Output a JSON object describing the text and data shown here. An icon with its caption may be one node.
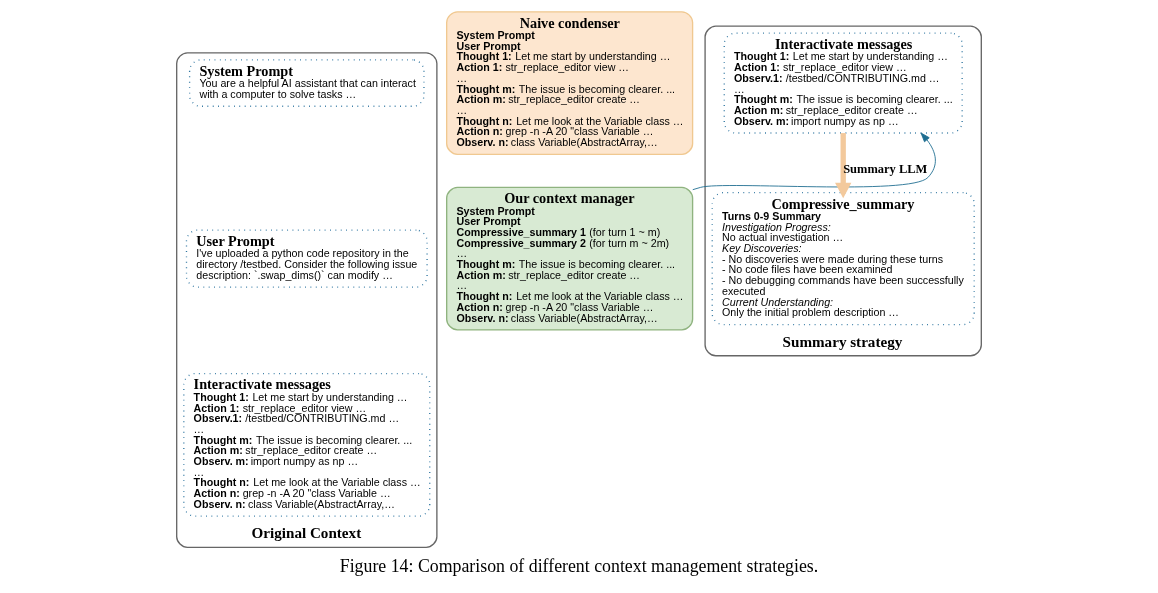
{
  "diagram": {
    "caption": "Figure 14: Comparison of different context management strategies.",
    "nodes": [
      {
        "text": [
          "Original Context"
        ]
      },
      {
        "text": [
          "System Prompt",
          "You are a helpful AI assistant that can interact with a computer to solve tasks …"
        ],
        "in": 0
      },
      {
        "text": [
          "User Prompt",
          "I've uploaded a python code repository in the directory /testbed. Consider the following issue description: `.swap_dims()` can modify …"
        ],
        "in": 0
      },
      {
        "text": [
          "Interactivate messages",
          "**Thought 1:** Let me start by understanding …",
          "**Action 1:** str_replace_editor view …",
          "**Observ.1:** /testbed/CONTRIBUTING.md …",
          "…",
          "**Thought m:** The issue is becoming clearer. ...",
          "**Action m:** str_replace_editor create …",
          "**Observ. m:** import numpy as np …",
          "…",
          "**Thought n:** Let me look at the Variable class …",
          "**Action n:** grep -n -A 20 \"class Variable …",
          "**Observ. n:** class Variable(AbstractArray,…"
        ],
        "in": 0
      },
      {
        "text": [
          "Naive condenser",
          "System Prompt",
          "User Prompt",
          "**Thought 1:** Let me start by understanding …",
          "**Action 1:** str_replace_editor view …",
          "…",
          "**Thought m:** The issue is becoming clearer. ...",
          "**Action m:** str_replace_editor create …",
          "…",
          "**Thought n:** Let me look at the Variable class …",
          "**Action n:** grep -n -A 20 \"class Variable …",
          "**Observ. n:** class Variable(AbstractArray,…"
        ]
      },
      {
        "text": [
          "Our context manager",
          "System Prompt",
          "User Prompt",
          "**Compressive_summary 1** (for turn 1 ~ m)",
          "**Compressive_summary 2** (for turn m ~ 2m)",
          "…",
          "**Thought m:** The issue is becoming clearer. ...",
          "**Action m:** str_replace_editor create …",
          "…",
          "**Thought n:** Let me look at the Variable class …",
          "**Action n:** grep -n -A 20 \"class Variable …",
          "**Observ. n:** class Variable(AbstractArray,…"
        ]
      },
      {
        "text": [
          "Summary strategy"
        ]
      },
      {
        "text": [
          "Interactivate messages",
          "**Thought 1:** Let me start by understanding …",
          "**Action 1:** str_replace_editor view …",
          "**Observ.1:** /testbed/CONTRIBUTING.md …",
          "…",
          "**Thought m:** The issue is becoming clearer. ...",
          "**Action m:** str_replace_editor create …",
          "**Observ. m:** import numpy as np …"
        ],
        "in": 6
      },
      {
        "text": [
          "Compressive_summary",
          "Turns 0-9 Summary",
          "Investigation Progress:",
          "No actual investigation …",
          "Key Discoveries:",
          "- No discoveries were made during these turns",
          "- No code files have been examined",
          "- No debugging commands have been successfully executed",
          "Current Understanding:",
          "Only the initial problem description …"
        ],
        "in": 6
      }
    ],
    "edges": [
      {
        "from": 5,
        "to": 7,
        "arrow": "to"
      },
      {
        "from": 7,
        "to": 8,
        "arrow": "to",
        "label": "Summary LLM",
        "style": "thick",
        "color": "#f3c99c"
      }
    ]
  }
}
